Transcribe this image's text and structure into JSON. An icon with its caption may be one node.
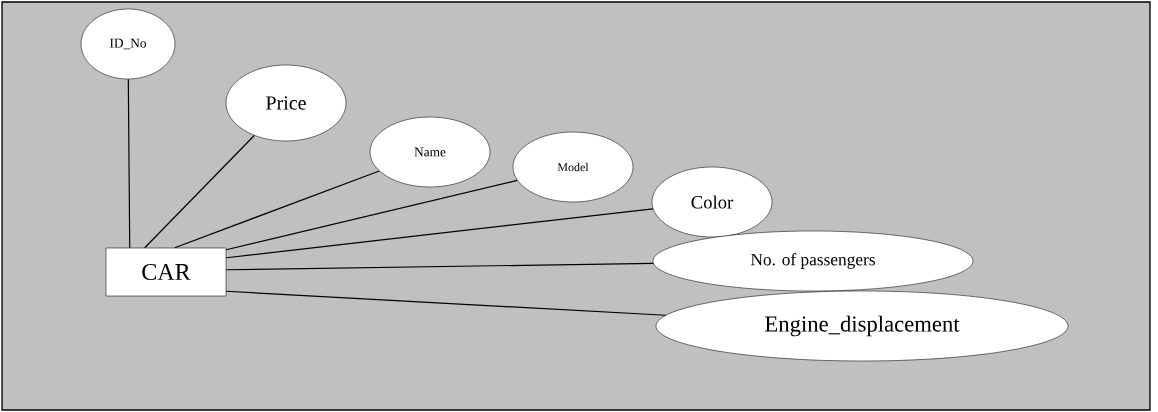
{
  "diagram": {
    "nodes": [
      {
        "text": [
          "CAR"
        ]
      },
      {
        "text": [
          "ID_No"
        ]
      },
      {
        "text": [
          "Price"
        ]
      },
      {
        "text": [
          "Name"
        ]
      },
      {
        "text": [
          "Model"
        ]
      },
      {
        "text": [
          "Color"
        ]
      },
      {
        "text": [
          "No. of passengers"
        ]
      },
      {
        "text": [
          "Engine_displacement"
        ]
      }
    ],
    "edges": [
      {
        "from": 0,
        "to": 1,
        "arrow": "none"
      },
      {
        "from": 0,
        "to": 2,
        "arrow": "none"
      },
      {
        "from": 0,
        "to": 3,
        "arrow": "none"
      },
      {
        "from": 0,
        "to": 4,
        "arrow": "none"
      },
      {
        "from": 0,
        "to": 5,
        "arrow": "none"
      },
      {
        "from": 0,
        "to": 6,
        "arrow": "none"
      },
      {
        "from": 0,
        "to": 7,
        "arrow": "none"
      }
    ]
  }
}
